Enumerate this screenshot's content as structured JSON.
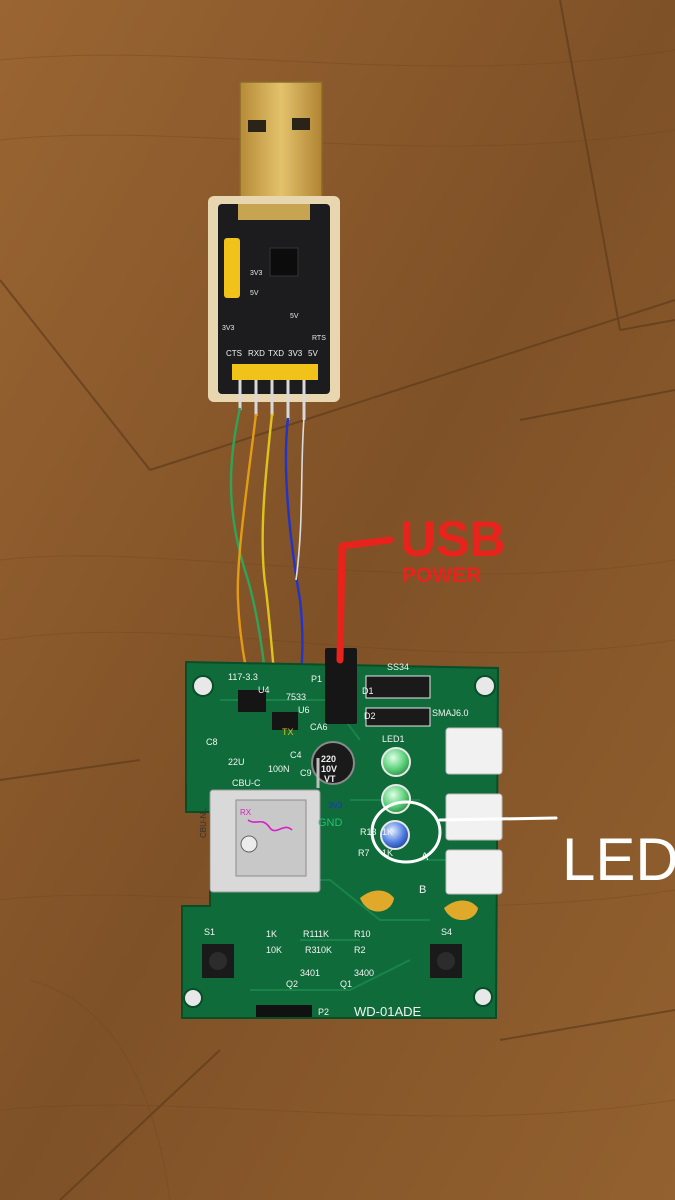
{
  "adapter": {
    "pin_labels": [
      "CTS",
      "RXD",
      "TXD",
      "3V3",
      "5V"
    ],
    "top_labels": [
      "3V3",
      "5V",
      "RTS"
    ],
    "jumper_labels": [
      "3V3",
      "5V"
    ]
  },
  "board": {
    "name": "WD-01ADE",
    "labels": {
      "reg": "117-3.3",
      "u4": "U4",
      "u6": "U6",
      "ic7533": "7533",
      "p1": "P1",
      "ss34": "SS34",
      "d1": "D1",
      "d2": "D2",
      "smaj": "SMAJ6.0",
      "ca6": "CA6",
      "c9": "C9",
      "c8": "C8",
      "c4": "C4",
      "val22u": "22U",
      "val100n": "100N",
      "led1": "LED1",
      "r13": "R13",
      "r7": "R7",
      "k1a": "1K",
      "k1b": "1K",
      "cbu": "CBU-C",
      "cbumod": "CBU-NL",
      "s1": "S1",
      "s4": "S4",
      "a": "A",
      "b": "B",
      "r11": "R11",
      "r10": "R10",
      "r3": "R3",
      "r2": "R2",
      "k1c": "1K",
      "k1d": "1K",
      "k10a": "10K",
      "k10b": "10K",
      "q2": "Q2",
      "q1": "Q1",
      "t3401": "3401",
      "t3400": "3400",
      "p2": "P2",
      "cap_val": "220",
      "cap_volt": "10V",
      "cap_mark": "VT"
    },
    "wire_annotations": [
      "GND",
      "3v3",
      "TX",
      "RX"
    ]
  },
  "annotations": {
    "usb_title": "USB",
    "usb_sub": "POWER",
    "led_note": "LED"
  },
  "colors": {
    "wood": "#8a5a2e",
    "pcb": "#0f6b3a",
    "usb_gold": "#c9a14a",
    "annotation_red": "#e8231c",
    "wire_green": "#2fa35a",
    "wire_orange": "#e39b12",
    "wire_yellow": "#e0c21c",
    "wire_blue": "#2233c8",
    "annot_magenta": "#d820c8"
  }
}
